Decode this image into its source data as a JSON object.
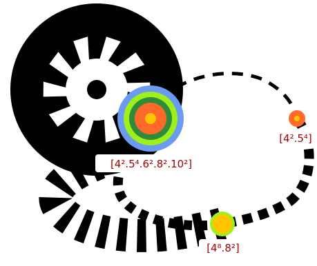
{
  "diagram": {
    "labels": {
      "large_node": "[4².5⁴.6².8².10²]",
      "right_node": "[4².5⁴]",
      "bottom_node": "[4⁸.8²]"
    },
    "colors": {
      "background": "#ffffff",
      "stroke": "#000000",
      "label_text": "#a30000",
      "label_box": "#ffffff",
      "ring_blue": "#6b9bf0",
      "ring_lime": "#9ef01a",
      "ring_green": "#2e8b3a",
      "ring_orange": "#ff6a2b",
      "ring_yellow": "#ffc400"
    }
  }
}
